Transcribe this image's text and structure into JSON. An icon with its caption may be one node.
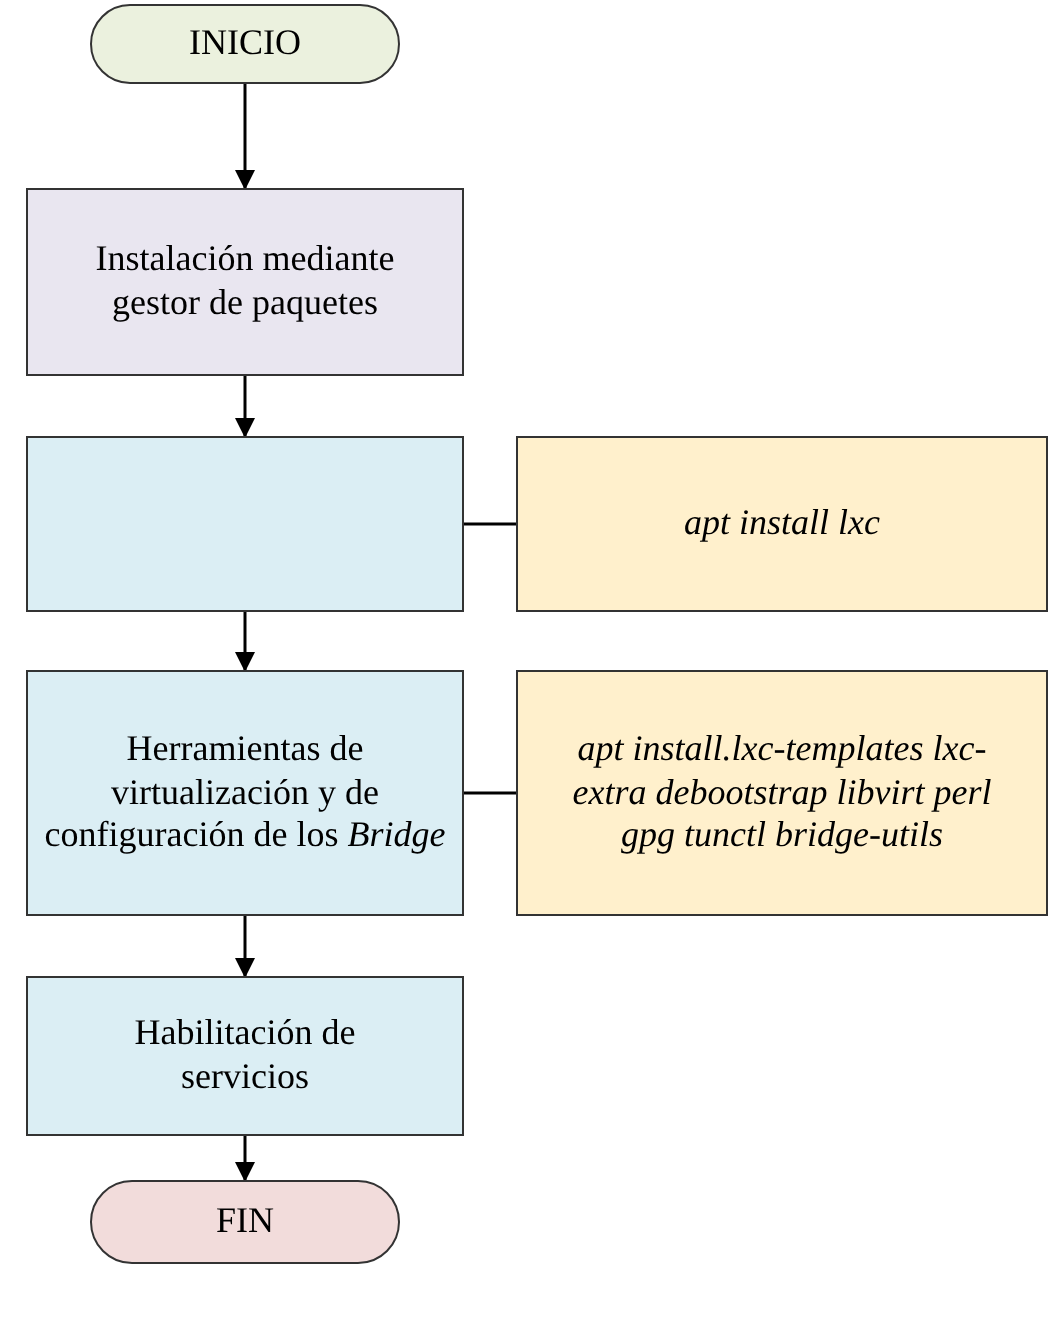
{
  "diagram": {
    "nodes": [
      {
        "text": [
          "INICIO"
        ]
      },
      {
        "text": [
          "Instalación mediante gestor de paquetes"
        ]
      },
      {
        "text": [],
        "shape": "box"
      },
      {
        "text": [
          "apt install lxc"
        ]
      },
      {
        "text": [
          "Herramientas de virtualización y de configuración de los *Bridge*"
        ]
      },
      {
        "text": [
          "apt install.lxc-templates lxc-extra debootstrap libvirt perl gpg tunctl bridge-utils"
        ]
      },
      {
        "text": [
          "Habilitación de servicios"
        ]
      },
      {
        "text": [
          "FIN"
        ]
      }
    ],
    "edges": [
      {
        "from": 0,
        "to": 1,
        "arrow": "to"
      },
      {
        "from": 1,
        "to": 2,
        "arrow": "to"
      },
      {
        "from": 2,
        "to": 3,
        "arrow": "none"
      },
      {
        "from": 2,
        "to": 4,
        "arrow": "to"
      },
      {
        "from": 4,
        "to": 5,
        "arrow": "none"
      },
      {
        "from": 4,
        "to": 6,
        "arrow": "to"
      },
      {
        "from": 6,
        "to": 7,
        "arrow": "to"
      }
    ]
  }
}
